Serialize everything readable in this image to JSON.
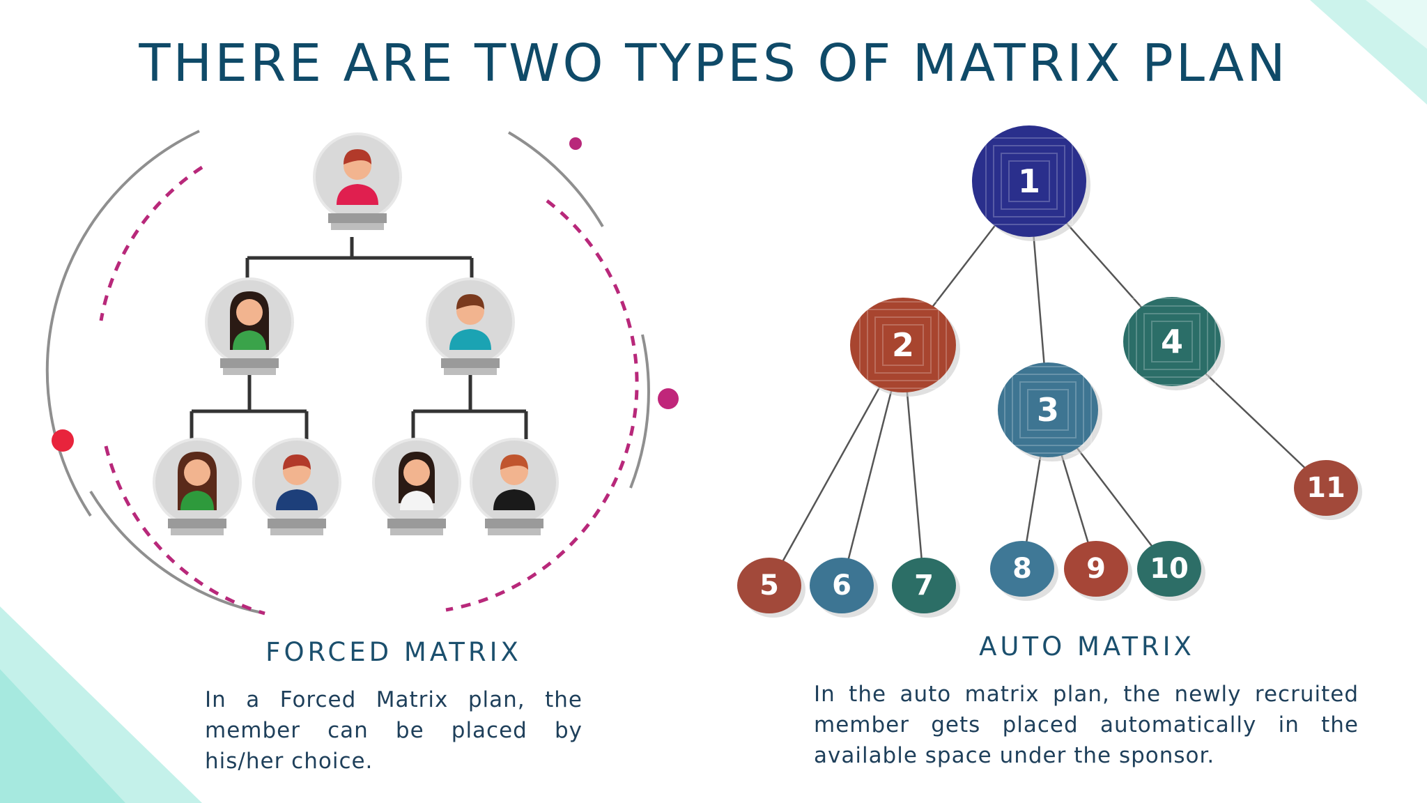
{
  "title": "THERE ARE TWO TYPES OF MATRIX PLAN",
  "forced_matrix": {
    "title": "FORCED MATRIX",
    "description": "In a Forced Matrix plan, the member can be placed by his/her choice.",
    "levels": [
      1,
      2,
      4
    ]
  },
  "auto_matrix": {
    "title": "AUTO MATRIX",
    "description": "In the auto matrix plan, the newly recruited member gets placed automatically in the available space under the sponsor.",
    "nodes": [
      {
        "label": "1",
        "parent": null,
        "color": "#2a2f8c"
      },
      {
        "label": "2",
        "parent": "1",
        "color": "#a8452f"
      },
      {
        "label": "3",
        "parent": "1",
        "color": "#3e7592"
      },
      {
        "label": "4",
        "parent": "1",
        "color": "#2b6e68"
      },
      {
        "label": "5",
        "parent": "2",
        "color": "#a2493a"
      },
      {
        "label": "6",
        "parent": "2",
        "color": "#3d7593"
      },
      {
        "label": "7",
        "parent": "2",
        "color": "#2c6e66"
      },
      {
        "label": "8",
        "parent": "3",
        "color": "#3f7896"
      },
      {
        "label": "9",
        "parent": "3",
        "color": "#a64637"
      },
      {
        "label": "10",
        "parent": "3",
        "color": "#2d6e67"
      },
      {
        "label": "11",
        "parent": "4",
        "color": "#a2493a"
      }
    ]
  },
  "colors": {
    "title": "#0f4a68",
    "accent_magenta": "#b8287a",
    "accent_red": "#e8243c",
    "decor_teal": "#bff0e8"
  },
  "icons": [
    "person-avatar-icon"
  ]
}
